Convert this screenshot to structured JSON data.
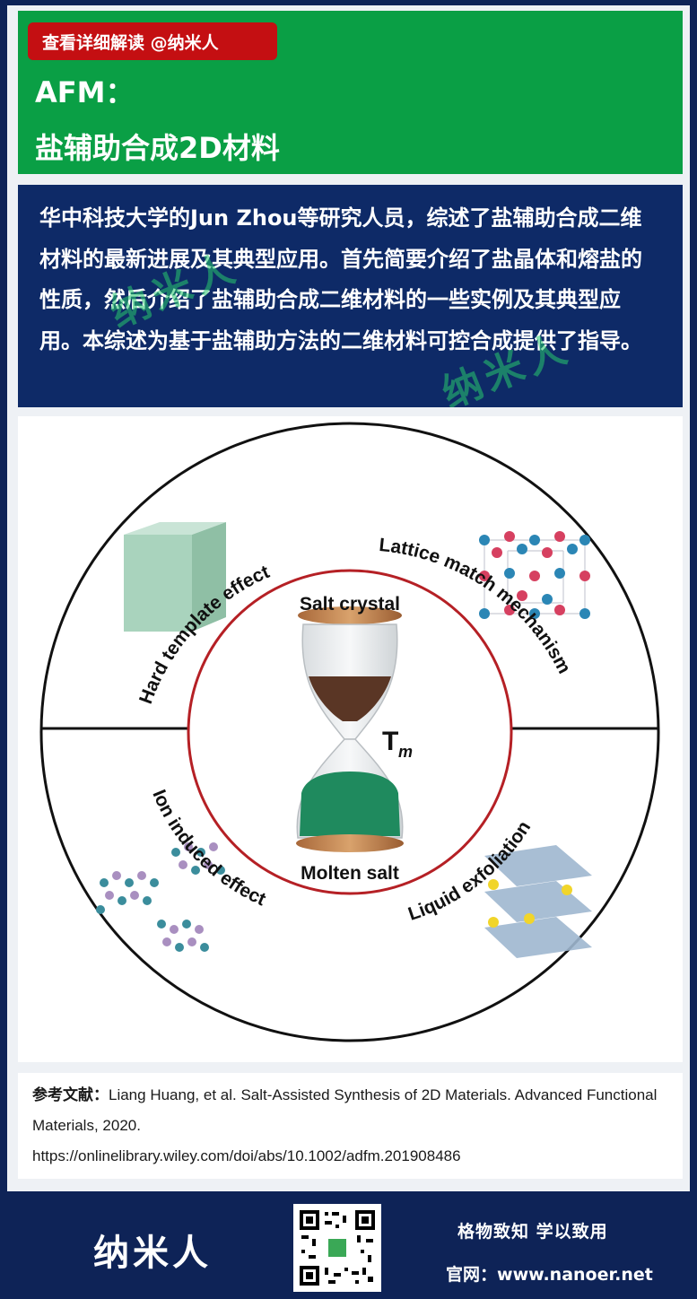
{
  "header": {
    "tag": "查看详细解读 @纳米人",
    "title_line1": "AFM：",
    "title_line2": "盐辅助合成2D材料"
  },
  "summary": {
    "text": "华中科技大学的Jun Zhou等研究人员，综述了盐辅助合成二维材料的最新进展及其典型应用。首先简要介绍了盐晶体和熔盐的性质，然后介绍了盐辅助合成二维材料的一些实例及其典型应用。本综述为基于盐辅助方法的二维材料可控合成提供了指导。",
    "watermark": "纳米人"
  },
  "figure": {
    "center_top": "Salt crystal",
    "center_bottom": "Molten salt",
    "tm_main": "T",
    "tm_sub": "m",
    "quadrants": {
      "top_left": "Hard template effect",
      "top_right": "Lattice match mechanism",
      "bottom_left": "Ion induced effect",
      "bottom_right": "Liquid exfoliation"
    }
  },
  "reference": {
    "label": "参考文献：",
    "citation": "Liang Huang, et al. Salt-Assisted Synthesis of 2D Materials. Advanced Functional Materials, 2020.",
    "url": "https://onlinelibrary.wiley.com/doi/abs/10.1002/adfm.201908486"
  },
  "footer": {
    "brand": "纳米人",
    "slogan": "格物致知   学以致用",
    "site_label": "官网：",
    "site_url": "www.nanoer.net"
  },
  "colors": {
    "header_green": "#0a9f45",
    "tag_red": "#c40f12",
    "summary_navy": "#0e2a67",
    "footer_navy": "#0e2357"
  }
}
